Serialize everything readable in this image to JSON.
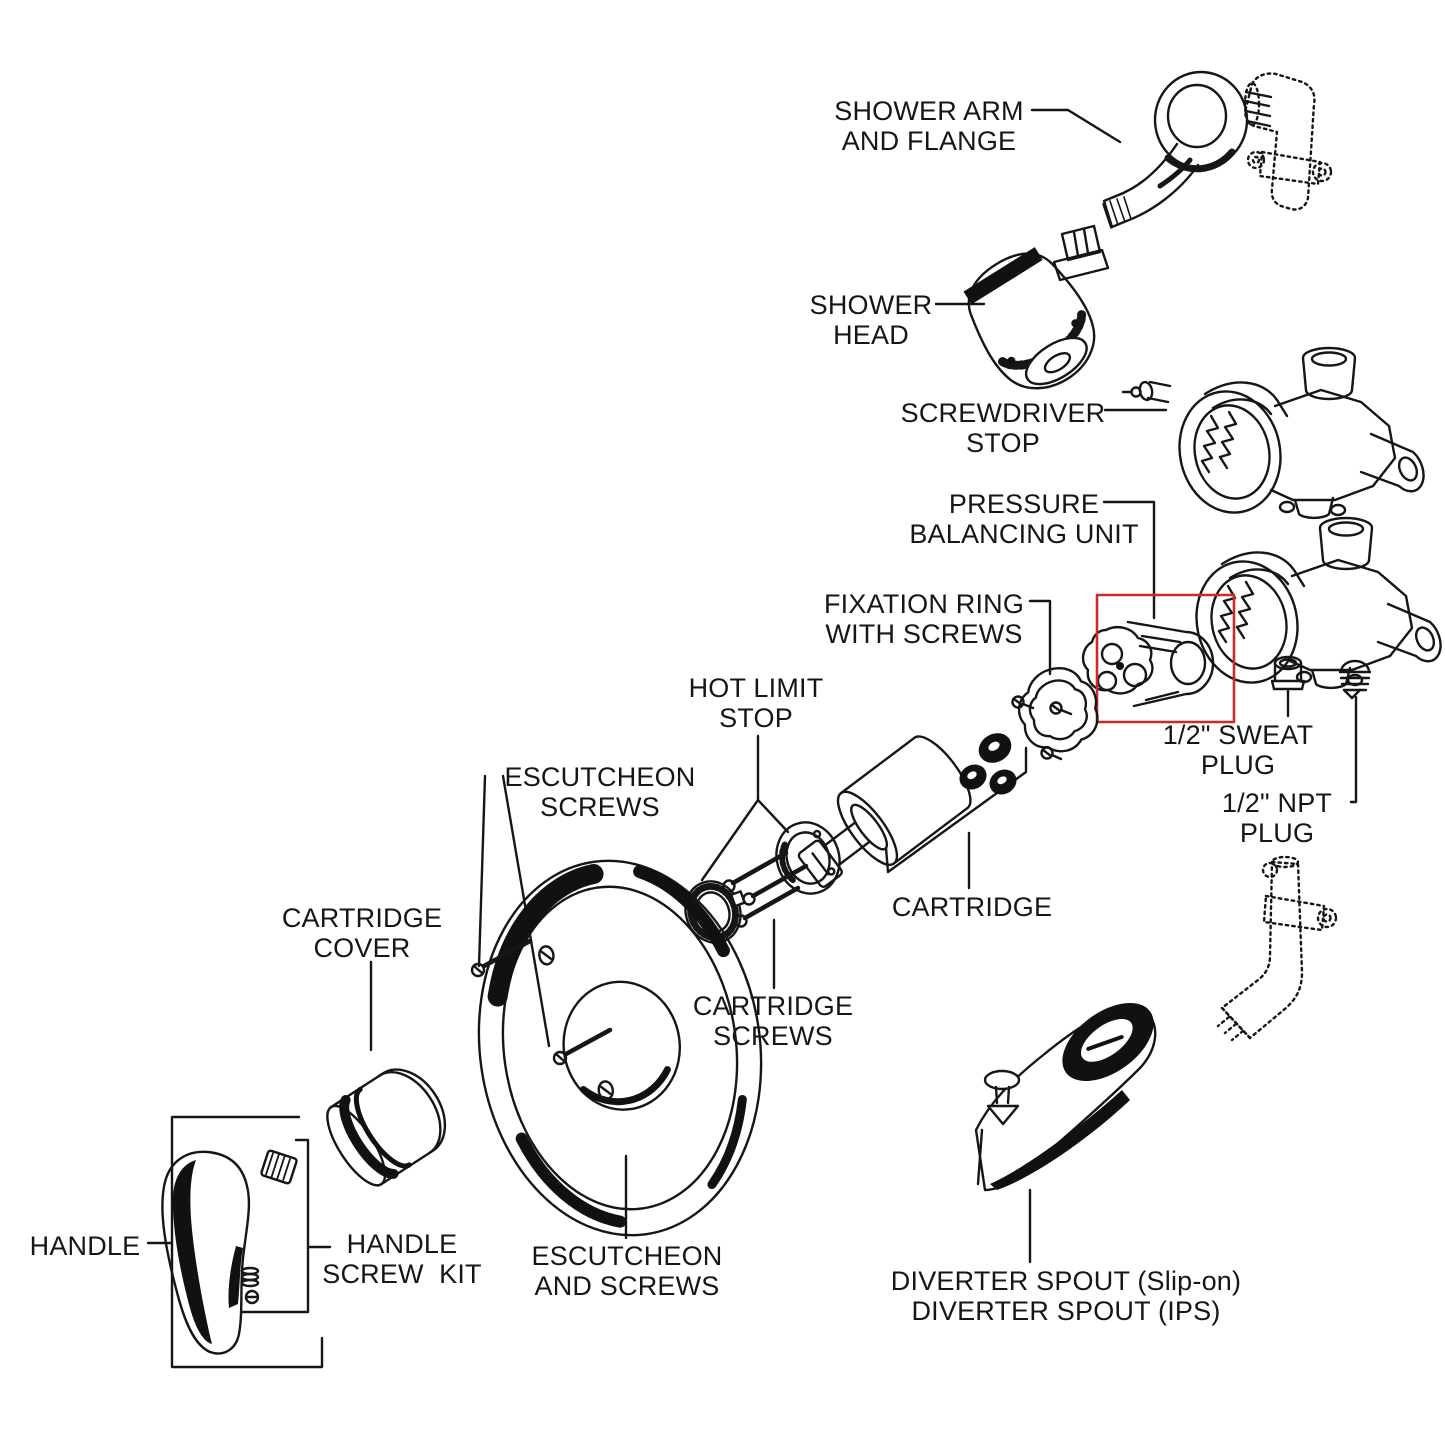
{
  "canvas": {
    "background": "#ffffff",
    "line_color": "#161616",
    "highlight_color": "#cc2929"
  },
  "labels": {
    "shower_arm_and_flange": "SHOWER ARM\nAND FLANGE",
    "shower_head": "SHOWER\nHEAD",
    "screwdriver_stop": "SCREWDRIVER\nSTOP",
    "pressure_balancing_unit": "PRESSURE\nBALANCING UNIT",
    "fixation_ring_with_screws": "FIXATION RING\nWITH SCREWS",
    "hot_limit_stop": "HOT LIMIT\nSTOP",
    "escutcheon_screws": "ESCUTCHEON\nSCREWS",
    "cartridge_cover": "CARTRIDGE\nCOVER",
    "cartridge": "CARTRIDGE",
    "cartridge_screws": "CARTRIDGE\nSCREWS",
    "sweat_plug": "1/2\" SWEAT\nPLUG",
    "npt_plug": "1/2\" NPT\nPLUG",
    "handle": "HANDLE",
    "handle_screw_kit": "HANDLE\nSCREW  KIT",
    "escutcheon_and_screws": "ESCUTCHEON\nAND SCREWS",
    "diverter_spout": "DIVERTER SPOUT (Slip-on)\nDIVERTER SPOUT (IPS)"
  }
}
